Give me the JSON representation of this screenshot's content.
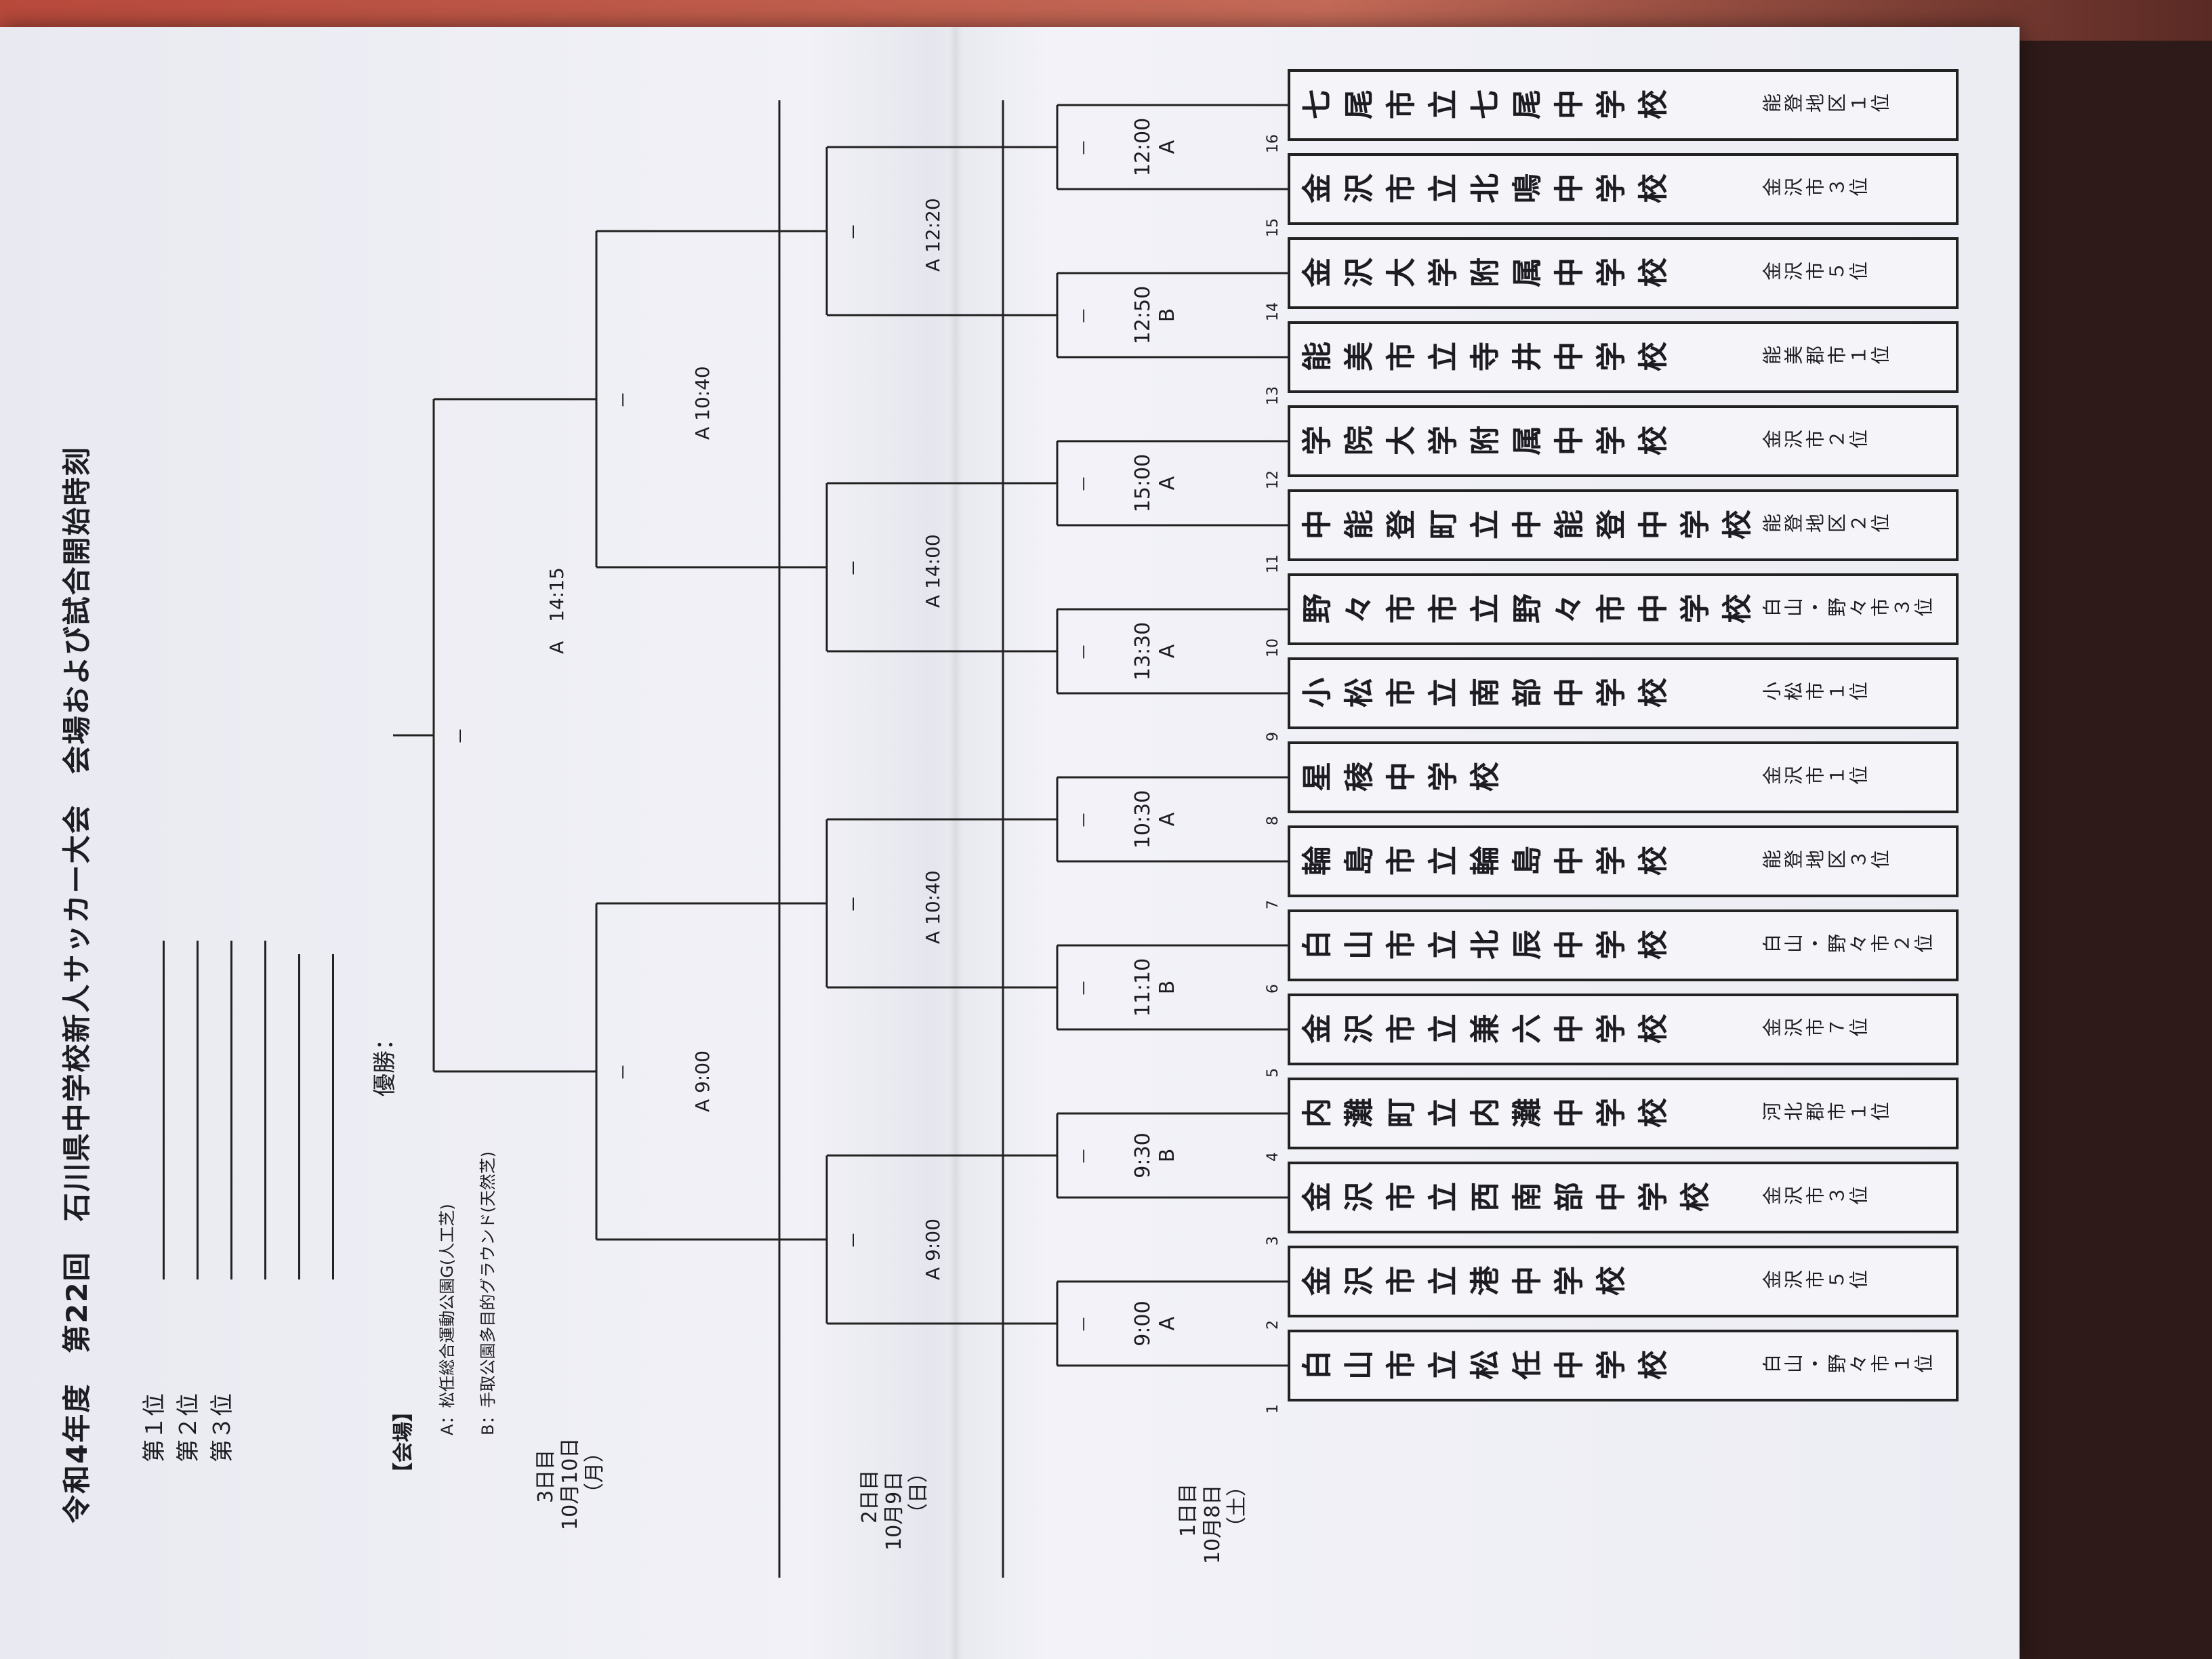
{
  "title": "令和4年度　第22回　石川県中学校新人サッカー大会　会場および試合開始時刻",
  "ranks": [
    "第１位",
    "第２位",
    "第３位"
  ],
  "champion_label": "優勝：",
  "venue": {
    "heading": "【会場】",
    "a": "A：松任総合運動公園G(人工芝)",
    "b": "B：手取公園多目的グラウンド(天然芝)"
  },
  "days": {
    "d3": [
      "3日目",
      "10月10日",
      "（月）"
    ],
    "d2": [
      "2日目",
      "10月9日",
      "（日）"
    ],
    "d1": [
      "1日目",
      "10月8日",
      "（土）"
    ]
  },
  "schools": [
    {
      "seed": "1",
      "name": "白山市立松任中学校",
      "region": "白山・野々市１位"
    },
    {
      "seed": "2",
      "name": "金沢市立港中学校",
      "region": "金沢市５位"
    },
    {
      "seed": "3",
      "name": "金沢市立西南部中学校",
      "region": "金沢市３位"
    },
    {
      "seed": "4",
      "name": "内灘町立内灘中学校",
      "region": "河北郡市１位"
    },
    {
      "seed": "5",
      "name": "金沢市立兼六中学校",
      "region": "金沢市７位"
    },
    {
      "seed": "6",
      "name": "白山市立北辰中学校",
      "region": "白山・野々市２位"
    },
    {
      "seed": "7",
      "name": "輪島市立輪島中学校",
      "region": "能登地区３位"
    },
    {
      "seed": "8",
      "name": "星稜中学校",
      "region": "金沢市１位"
    },
    {
      "seed": "9",
      "name": "小松市立南部中学校",
      "region": "小松市１位"
    },
    {
      "seed": "10",
      "name": "野々市市立野々市中学校",
      "region": "白山・野々市３位"
    },
    {
      "seed": "11",
      "name": "中能登町立中能登中学校",
      "region": "能登地区２位"
    },
    {
      "seed": "12",
      "name": "学院大学附属中学校",
      "region": "金沢市２位"
    },
    {
      "seed": "13",
      "name": "能美市立寺井中学校",
      "region": "能美郡市１位"
    },
    {
      "seed": "14",
      "name": "金沢大学附属中学校",
      "region": "金沢市５位"
    },
    {
      "seed": "15",
      "name": "金沢市立北鳴中学校",
      "region": "金沢市３位"
    },
    {
      "seed": "16",
      "name": "七尾市立七尾中学校",
      "region": "能登地区１位"
    }
  ],
  "round1": [
    {
      "time": "9:00",
      "venue": "A"
    },
    {
      "time": "9:30",
      "venue": "B"
    },
    {
      "time": "11:10",
      "venue": "B"
    },
    {
      "time": "10:30",
      "venue": "A"
    },
    {
      "time": "13:30",
      "venue": "A"
    },
    {
      "time": "15:00",
      "venue": "A"
    },
    {
      "time": "12:50",
      "venue": "B"
    },
    {
      "time": "12:00",
      "venue": "A"
    }
  ],
  "round2": [
    "A 9:00",
    "A 10:40",
    "A 14:00",
    "A 12:20"
  ],
  "semis": [
    "A 9:00",
    "A 10:40"
  ],
  "final": "A　14:15",
  "score_mark": "－"
}
